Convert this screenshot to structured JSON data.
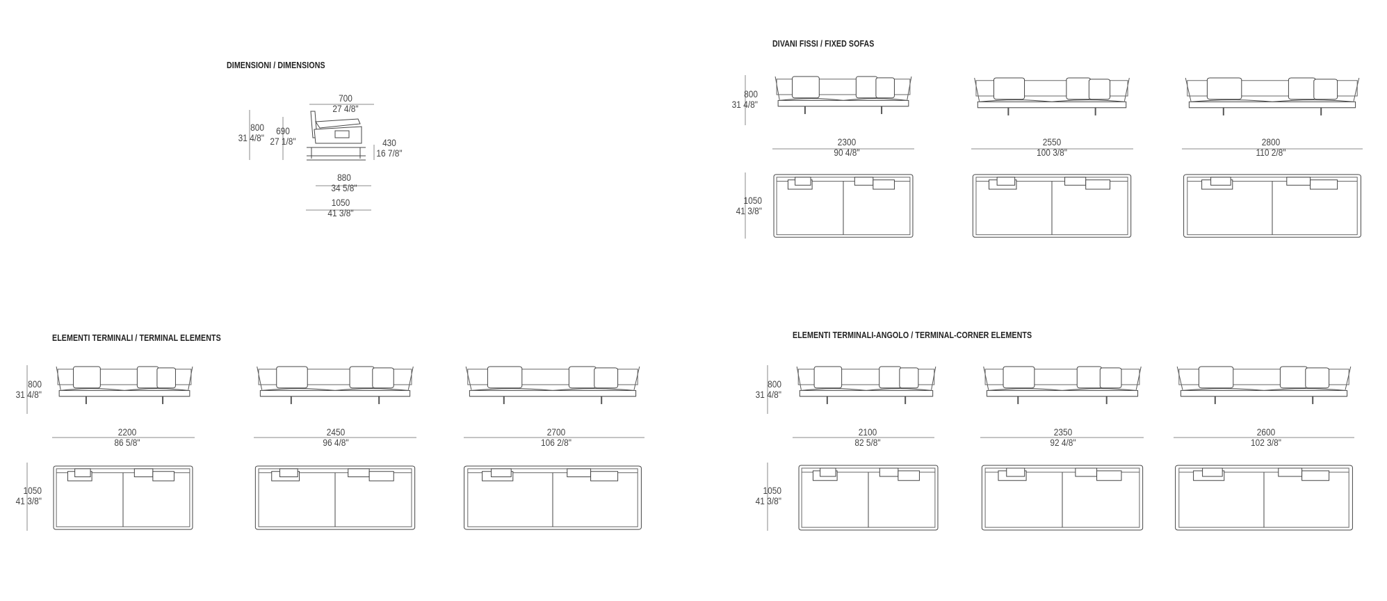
{
  "sections": {
    "dimensions": "DIMENSIONI  /  DIMENSIONS",
    "fixed": "DIVANI FISSI  /  FIXED SOFAS",
    "terminal": "ELEMENTI TERMINALI  /  TERMINAL ELEMENTS",
    "corner": "ELEMENTI TERMINALI-ANGOLO  /  TERMINAL-CORNER ELEMENTS"
  },
  "detail_dimensions": {
    "height": {
      "mm": "800",
      "in": "31 4/8\""
    },
    "back_height": {
      "mm": "690",
      "in": "27 1/8\""
    },
    "top_depth": {
      "mm": "700",
      "in": "27 4/8\""
    },
    "seat_height": {
      "mm": "430",
      "in": "16 7/8\""
    },
    "depth": {
      "mm": "880",
      "in": "34 5/8\""
    },
    "overall_depth": {
      "mm": "1050",
      "in": "41 3/8\""
    }
  },
  "fixed_sofas": {
    "height": {
      "mm": "800",
      "in": "31 4/8\""
    },
    "depth": {
      "mm": "1050",
      "in": "41 3/8\""
    },
    "widths": [
      {
        "mm": "2300",
        "in": "90 4/8\""
      },
      {
        "mm": "2550",
        "in": "100 3/8\""
      },
      {
        "mm": "2800",
        "in": "110 2/8\""
      }
    ]
  },
  "terminal_elements": {
    "height": {
      "mm": "800",
      "in": "31 4/8\""
    },
    "depth": {
      "mm": "1050",
      "in": "41 3/8\""
    },
    "widths": [
      {
        "mm": "2200",
        "in": "86 5/8\""
      },
      {
        "mm": "2450",
        "in": "96 4/8\""
      },
      {
        "mm": "2700",
        "in": "106 2/8\""
      }
    ]
  },
  "corner_elements": {
    "height": {
      "mm": "800",
      "in": "31 4/8\""
    },
    "depth": {
      "mm": "1050",
      "in": "41 3/8\""
    },
    "widths": [
      {
        "mm": "2100",
        "in": "82 5/8\""
      },
      {
        "mm": "2350",
        "in": "92 4/8\""
      },
      {
        "mm": "2600",
        "in": "102 3/8\""
      }
    ]
  }
}
